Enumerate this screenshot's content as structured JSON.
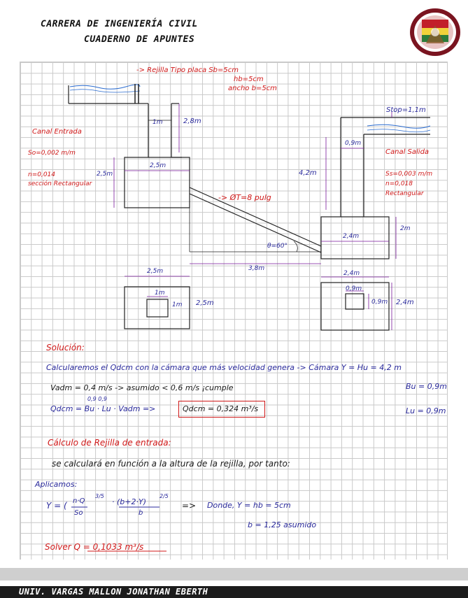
{
  "header": {
    "line1": "CARRERA DE INGENIERÍA CIVIL",
    "line2": "CUADERNO DE APUNTES"
  },
  "diagram": {
    "rejilla": "-> Rejilla Tipo placa  Sb=5cm",
    "hb": "hb=5cm",
    "ancho": "ancho b=5cm",
    "canal_entrada": "Canal Entrada",
    "so": "So=0,002 m/m",
    "n_entrada": "n=0,014",
    "seccion": "sección Rectangular",
    "d_25": "2,5m",
    "d_1m_top": "1m",
    "d_28": "2,8m",
    "d_25_inner": "2,5m",
    "tuberia": "-> ØT=8 pulg",
    "d_theta": "θ=60°",
    "d_38": "3,8m",
    "d_25_plan": "2,5m",
    "d_1m_plan_top": "1m",
    "d_1m_plan_side": "1m",
    "d_25_plan_side": "2,5m",
    "d_stop": "Stop=1,1m",
    "d_09_top": "0,9m",
    "canal_salida": "Canal Salida",
    "ss": "Ss=0,003 m/m",
    "n_salida": "n=0,018",
    "rectangular": "Rectangular",
    "d_42": "4,2m",
    "d_24_inner": "2,4m",
    "d_2m": "2m",
    "d_24_plan": "2,4m",
    "d_09_plan_top": "0,9m",
    "d_09_plan_side": "0,9m",
    "d_24_plan_side": "2,4m"
  },
  "solution": {
    "heading": "Solución:",
    "line1": "Calcularemos el Qdcm con la cámara que más velocidad genera -> Cámara Y = Hu = 4,2 m",
    "vadm": "Vadm = 0,4 m/s -> asumido < 0,6 m/s ¡cumple",
    "bu": "Bu = 0,9m",
    "qdcm": "Qdcm = Bu · Lu · Vadm  =>",
    "qdcm_sub": "0,9  0,9",
    "qdcm_result": "Qdcm = 0,324 m³/s",
    "lu": "Lu = 0,9m",
    "calc_heading": "Cálculo de Rejilla de entrada:",
    "calc_line": "se calculará en función a la altura de la rejilla, por tanto:",
    "aplicamos": "Aplicamos:",
    "formula_y": "Y = (",
    "formula_frac_top": "n·Q",
    "formula_frac_bot": "So",
    "formula_exp1": "3/5",
    "formula_mid": "· (b+2·Y)",
    "formula_exp2": "2/5",
    "formula_mid_bot": "b",
    "arrow": "=>",
    "donde": "Donde, Y = hb = 5cm",
    "b_asumido": "b = 1,25 asumido",
    "solver": "Solver  Q = 0,1033 m³/s"
  },
  "footer": {
    "author": "UNIV. VARGAS MALLON JONATHAN EBERTH"
  }
}
